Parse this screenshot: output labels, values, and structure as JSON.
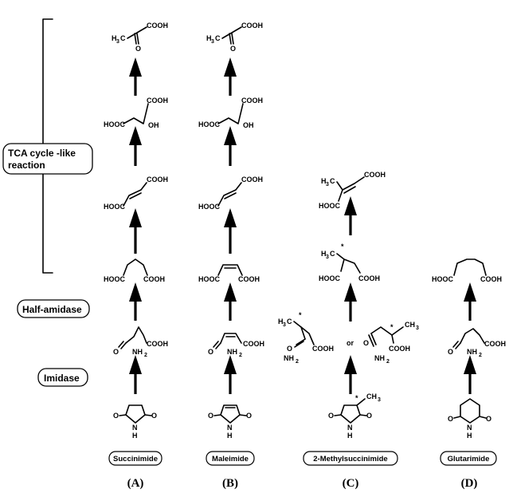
{
  "stages": {
    "tca": [
      "TCA cycle -like",
      "reaction"
    ],
    "half_amidase": "Half-amidase",
    "imidase": "Imidase"
  },
  "compounds": {
    "succinimide": "Succinimide",
    "maleimide": "Maleimide",
    "methylsuccinimide": "2-Methylsuccinimide",
    "glutarimide": "Glutarimide"
  },
  "columns": [
    "(A)",
    "(B)",
    "(C)",
    "(D)"
  ],
  "groups": {
    "cooh": "COOH",
    "hooc": "HOOC",
    "oh": "OH",
    "o": "O",
    "nh2": "NH",
    "nh2_sub": "2",
    "h": "H",
    "n": "N",
    "h3c": "H",
    "h3c_sub": "3",
    "c": "C",
    "ch3": "CH",
    "ch3_sub": "3",
    "star": "*",
    "or": "or"
  }
}
